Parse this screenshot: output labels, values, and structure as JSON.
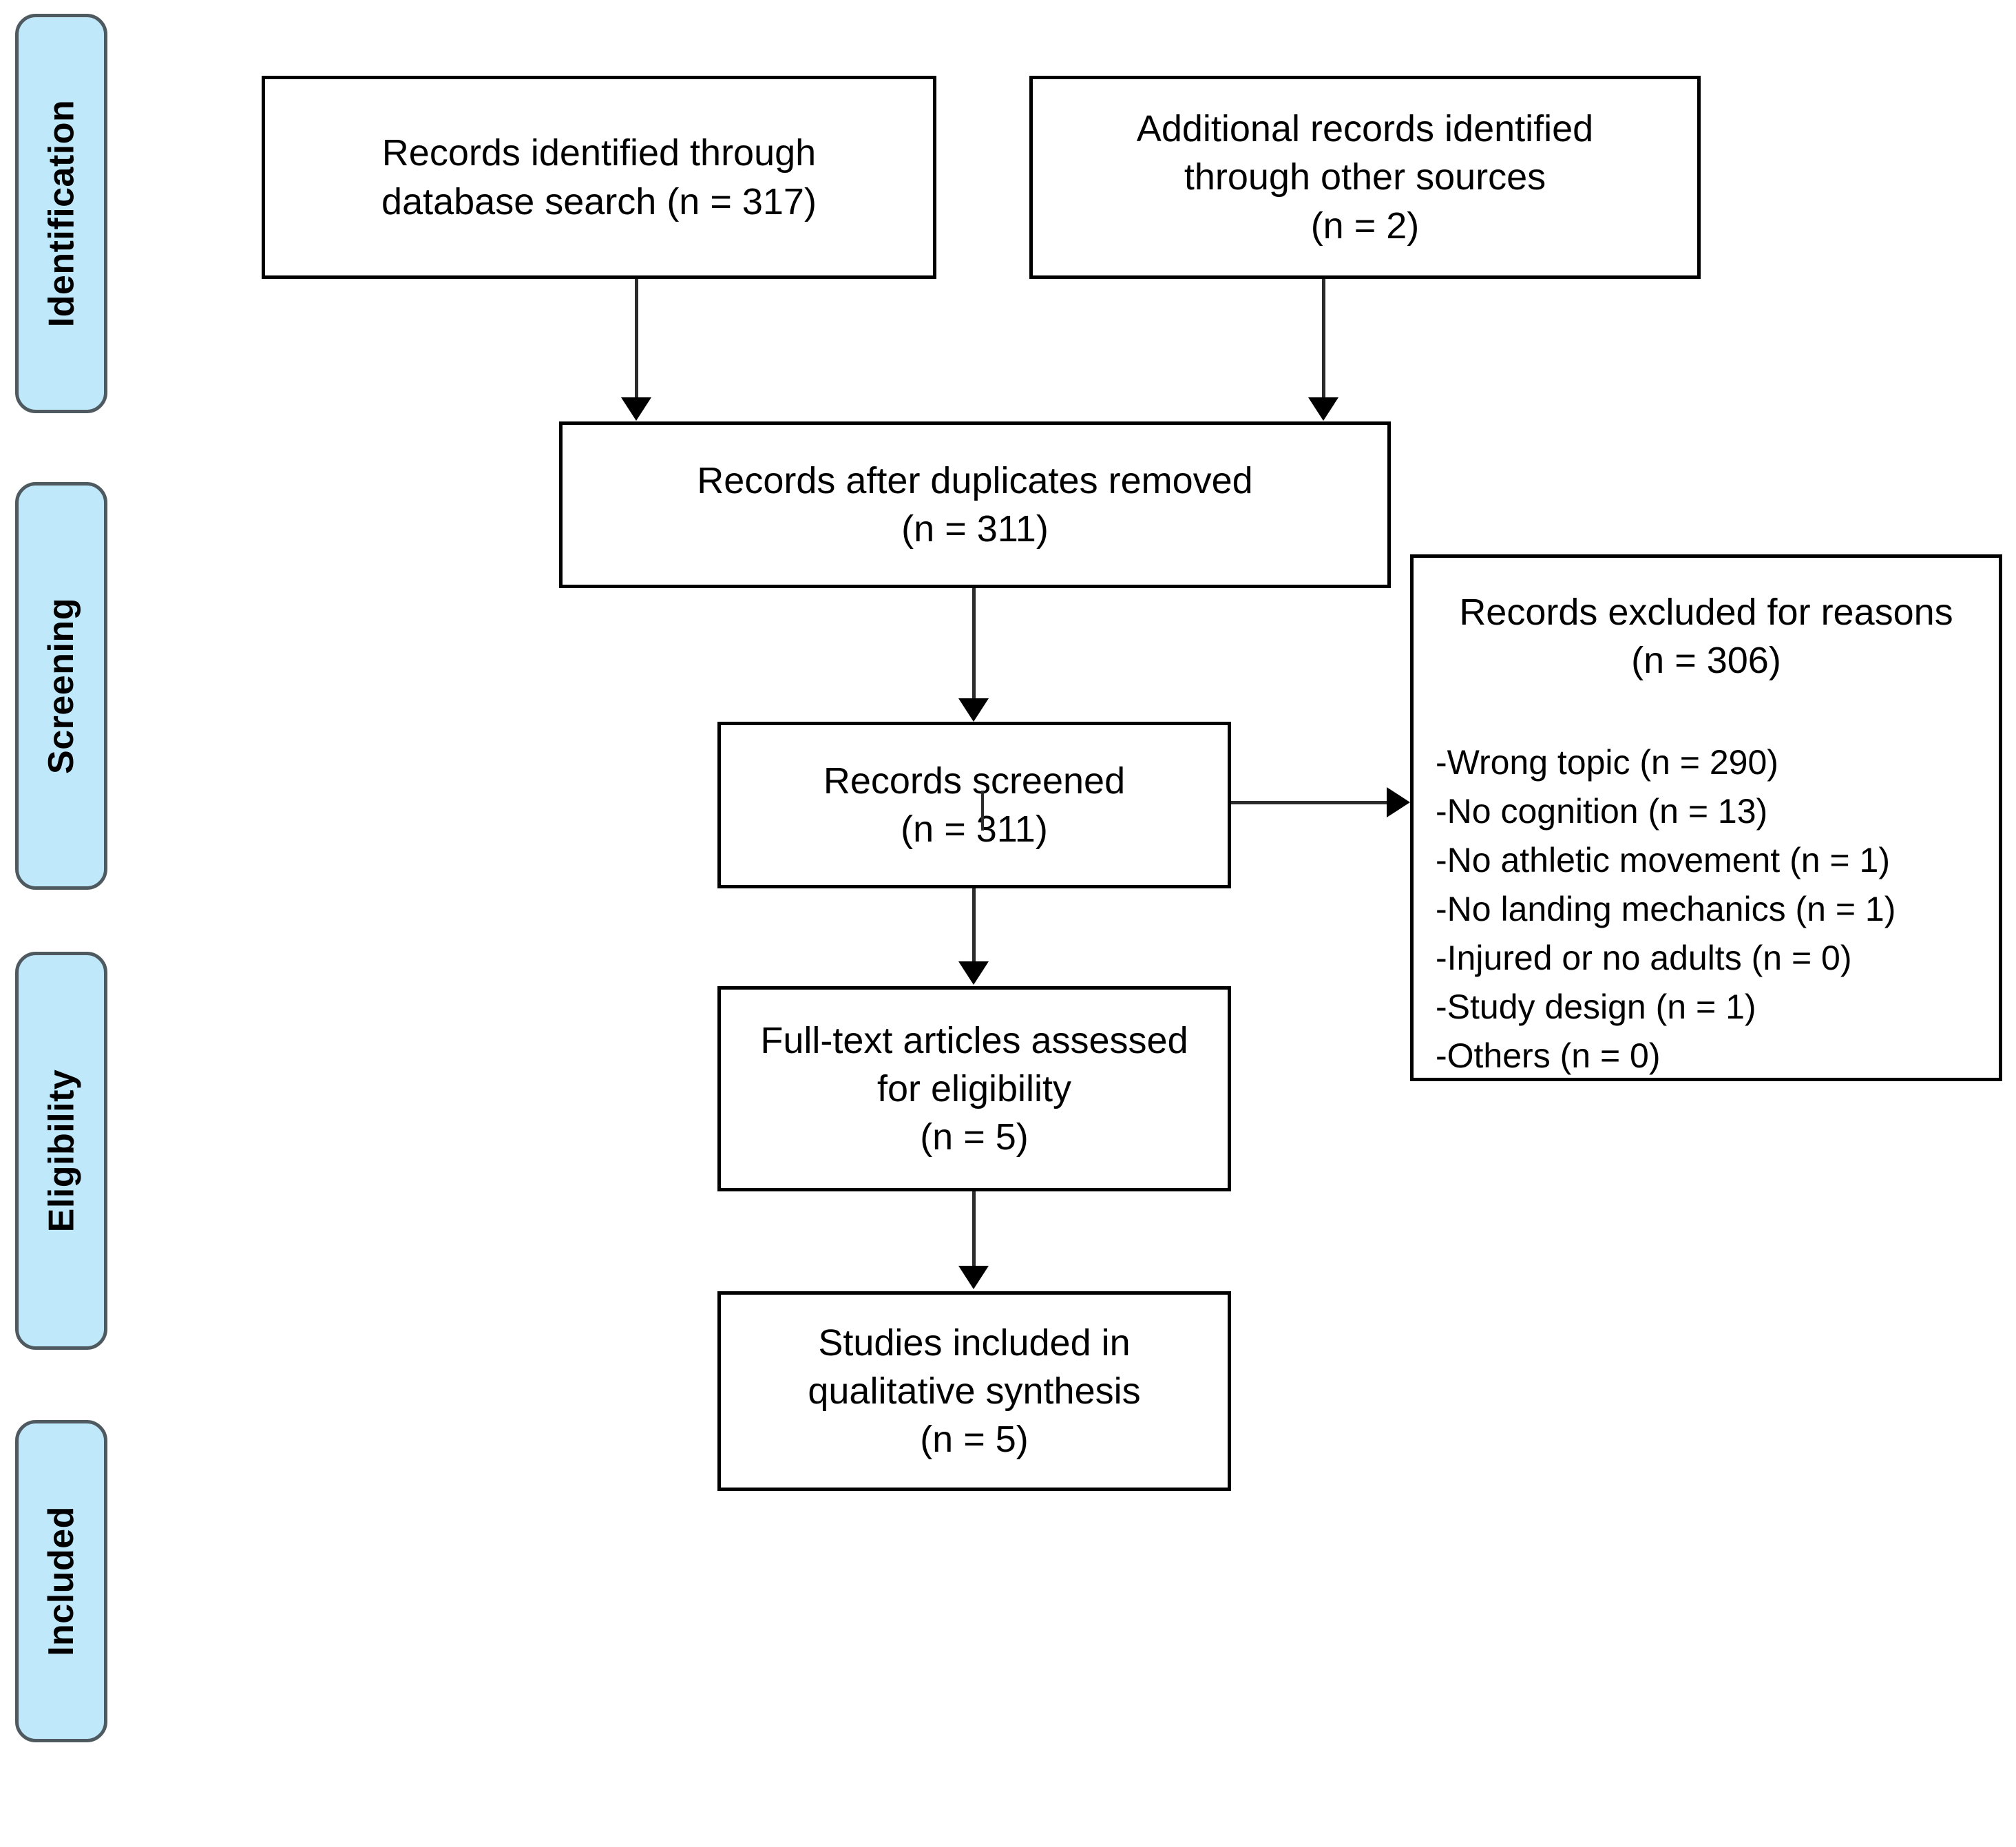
{
  "diagram": {
    "title": "PRISMA flow diagram",
    "colors": {
      "stage_fill": "#BFE8FA",
      "stage_border": "#4F5A60",
      "box_border": "#000000",
      "text": "#000000",
      "connector": "#2b2b2b",
      "background": "#FFFFFF"
    },
    "stages": [
      {
        "label": "Identification"
      },
      {
        "label": "Screening"
      },
      {
        "label": "Eligibility"
      },
      {
        "label": "Included"
      }
    ],
    "boxes": {
      "identified_database": {
        "line1": "Records identified through",
        "line2": "database search (n = 317)"
      },
      "identified_other": {
        "line1": "Additional records identified",
        "line2": "through other sources",
        "line3": "(n = 2)"
      },
      "duplicates_removed": {
        "line1": "Records after duplicates removed",
        "line2": "(n = 311)"
      },
      "records_screened": {
        "line1": "Records screened",
        "line2": "(n = 311)"
      },
      "fulltext_assessed": {
        "line1": "Full-text articles assessed",
        "line2": "for eligibility",
        "line3": "(n = 5)"
      },
      "studies_included": {
        "line1": "Studies included in",
        "line2": "qualitative synthesis",
        "line3": "(n = 5)"
      },
      "records_excluded": {
        "heading_line1": "Records excluded for reasons",
        "heading_line2": "(n = 306)",
        "reasons": [
          "-Wrong topic (n = 290)",
          "-No cognition (n = 13)",
          "-No athletic movement (n = 1)",
          "-No landing mechanics (n = 1)",
          "-Injured or no adults (n = 0)",
          "-Study design (n = 1)",
          "-Others (n = 0)"
        ]
      }
    }
  }
}
